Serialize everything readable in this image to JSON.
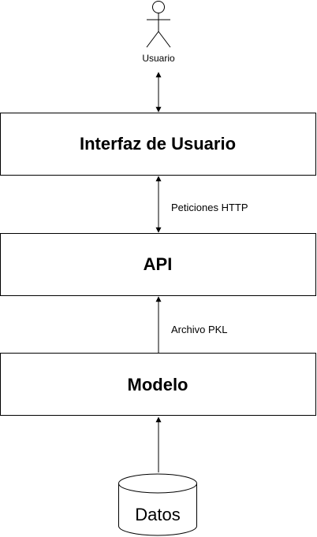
{
  "actor": {
    "label": "Usuario"
  },
  "boxes": {
    "ui": {
      "label": "Interfaz de Usuario"
    },
    "api": {
      "label": "API"
    },
    "model": {
      "label": "Modelo"
    }
  },
  "connectors": {
    "ui_api": {
      "label": "Peticiones HTTP",
      "direction": "bidirectional"
    },
    "model_api": {
      "label": "Archivo PKL",
      "direction": "up"
    },
    "actor_ui": {
      "direction": "bidirectional"
    },
    "data_model": {
      "direction": "up"
    }
  },
  "database": {
    "label": "Datos"
  },
  "colors": {
    "stroke": "#000000",
    "fill": "#ffffff"
  }
}
